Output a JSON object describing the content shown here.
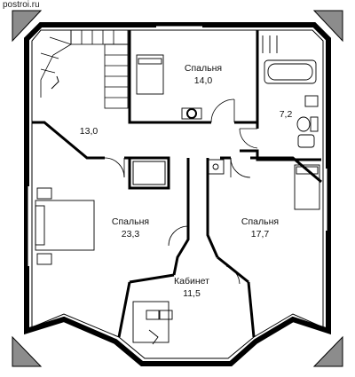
{
  "watermark": "postroi.ru",
  "rooms": [
    {
      "id": "bedroom-top",
      "name": "Спальня",
      "area": "14,0"
    },
    {
      "id": "bathroom",
      "name": "",
      "area": "7,2"
    },
    {
      "id": "hall",
      "name": "",
      "area": "13,0"
    },
    {
      "id": "bedroom-left",
      "name": "Спальня",
      "area": "23,3"
    },
    {
      "id": "bedroom-right",
      "name": "Спальня",
      "area": "17,7"
    },
    {
      "id": "study",
      "name": "Кабинет",
      "area": "11,5"
    }
  ],
  "colors": {
    "wall": "#000000",
    "corner_fill": "#8c8c8c",
    "line": "#111111"
  }
}
